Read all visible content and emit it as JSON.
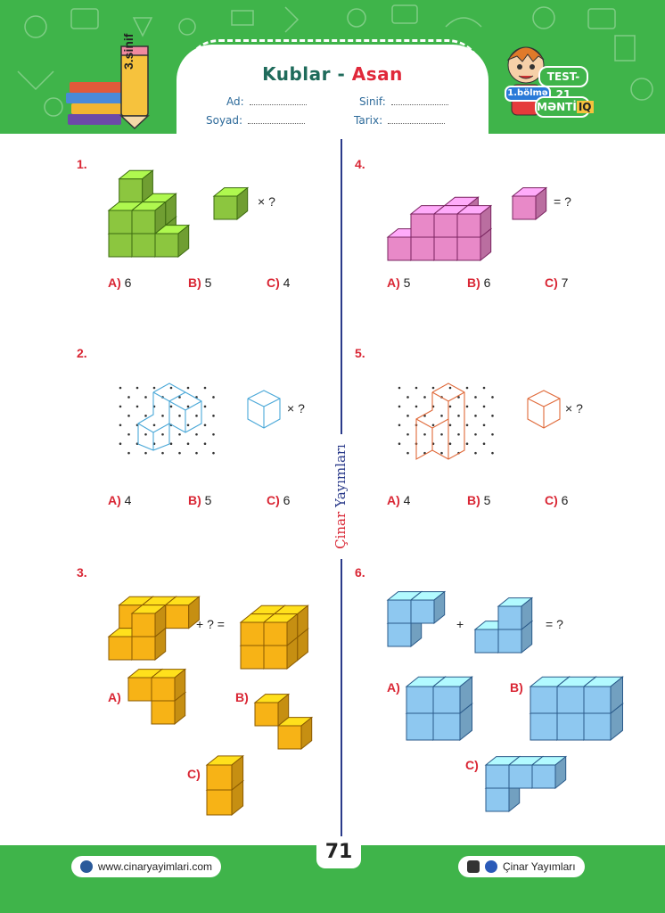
{
  "header": {
    "grade": "3.sinif",
    "title_part1": "Kublar",
    "title_sep": " - ",
    "title_part2": "Asan",
    "field_ad": "Ad:",
    "field_soyad": "Soyad:",
    "field_sinif": "Sinif:",
    "field_tarix": "Tarix:",
    "test": "TEST-21",
    "section": "1.bölmə",
    "subject_a": "MƏNTİ",
    "subject_b": "IQ"
  },
  "questions": [
    {
      "num": "1.",
      "op": "× ?",
      "options": [
        {
          "k": "A)",
          "v": "6"
        },
        {
          "k": "B)",
          "v": "5"
        },
        {
          "k": "C)",
          "v": "4"
        }
      ]
    },
    {
      "num": "2.",
      "op": "× ?",
      "options": [
        {
          "k": "A)",
          "v": "4"
        },
        {
          "k": "B)",
          "v": "5"
        },
        {
          "k": "C)",
          "v": "6"
        }
      ]
    },
    {
      "num": "3.",
      "op": "+ ? =",
      "options": [
        {
          "k": "A)"
        },
        {
          "k": "B)"
        },
        {
          "k": "C)"
        }
      ]
    },
    {
      "num": "4.",
      "op": "= ?",
      "options": [
        {
          "k": "A)",
          "v": "5"
        },
        {
          "k": "B)",
          "v": "6"
        },
        {
          "k": "C)",
          "v": "7"
        }
      ]
    },
    {
      "num": "5.",
      "op": "× ?",
      "options": [
        {
          "k": "A)",
          "v": "4"
        },
        {
          "k": "B)",
          "v": "5"
        },
        {
          "k": "C)",
          "v": "6"
        }
      ]
    },
    {
      "num": "6.",
      "op_plus": "+",
      "op": "= ?",
      "options": [
        {
          "k": "A)"
        },
        {
          "k": "B)"
        },
        {
          "k": "C)"
        }
      ]
    }
  ],
  "side_label_1": "Çinar",
  "side_label_2": "Yayımları",
  "footer": {
    "page": "71",
    "website": "www.cinaryayimlari.com",
    "social": "Çinar Yayımları"
  },
  "colors": {
    "green": "#3fb44a",
    "red": "#d92634",
    "navy": "#2a3a8a"
  }
}
